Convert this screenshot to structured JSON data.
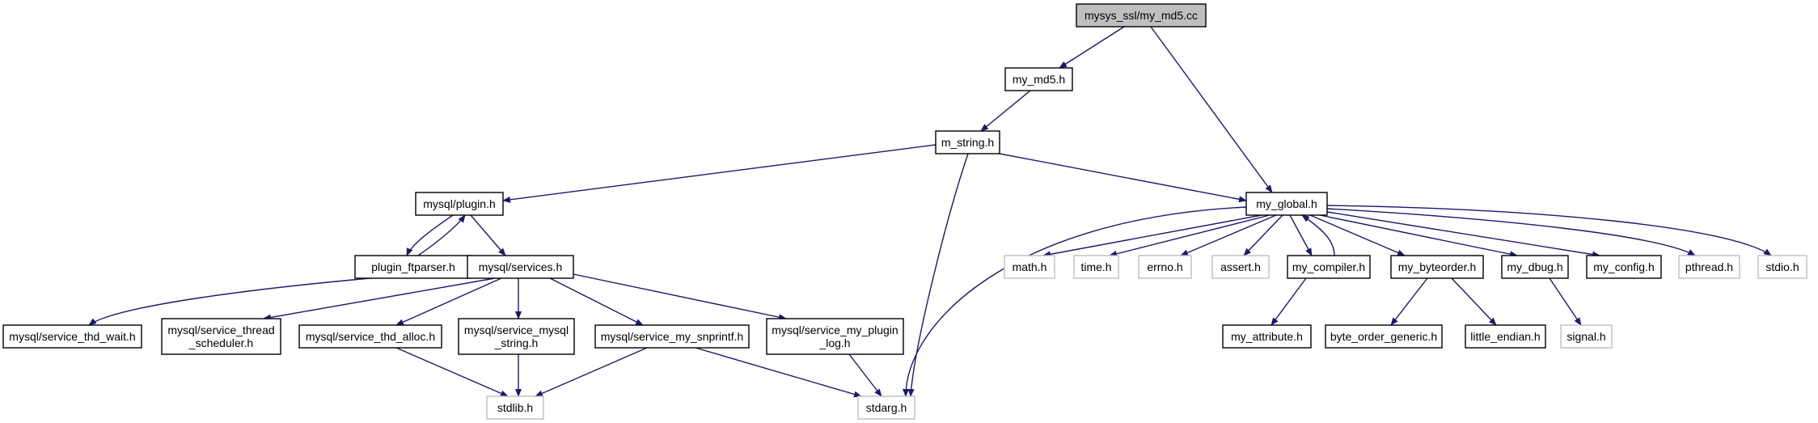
{
  "graph": {
    "nodes": [
      {
        "id": "md5cc",
        "kind": "focus",
        "lines": [
          "mysys_ssl/my_md5.cc"
        ]
      },
      {
        "id": "md5h",
        "kind": "local",
        "lines": [
          "my_md5.h"
        ]
      },
      {
        "id": "mstring",
        "kind": "local",
        "lines": [
          "m_string.h"
        ]
      },
      {
        "id": "plugin",
        "kind": "local",
        "lines": [
          "mysql/plugin.h"
        ]
      },
      {
        "id": "ftparser",
        "kind": "local",
        "lines": [
          "plugin_ftparser.h"
        ]
      },
      {
        "id": "services",
        "kind": "local",
        "lines": [
          "mysql/services.h"
        ]
      },
      {
        "id": "thdwait",
        "kind": "local",
        "lines": [
          "mysql/service_thd_wait.h"
        ]
      },
      {
        "id": "thread",
        "kind": "local",
        "lines": [
          "mysql/service_thread",
          "_scheduler.h"
        ]
      },
      {
        "id": "thdalloc",
        "kind": "local",
        "lines": [
          "mysql/service_thd_alloc.h"
        ]
      },
      {
        "id": "mysqlstring",
        "kind": "local",
        "lines": [
          "mysql/service_mysql",
          "_string.h"
        ]
      },
      {
        "id": "snprintf",
        "kind": "local",
        "lines": [
          "mysql/service_my_snprintf.h"
        ]
      },
      {
        "id": "pluginlog",
        "kind": "local",
        "lines": [
          "mysql/service_my_plugin",
          "_log.h"
        ]
      },
      {
        "id": "stdlib",
        "kind": "ext",
        "lines": [
          "stdlib.h"
        ]
      },
      {
        "id": "stdarg",
        "kind": "ext",
        "lines": [
          "stdarg.h"
        ]
      },
      {
        "id": "global",
        "kind": "local",
        "lines": [
          "my_global.h"
        ]
      },
      {
        "id": "math",
        "kind": "ext",
        "lines": [
          "math.h"
        ]
      },
      {
        "id": "time",
        "kind": "ext",
        "lines": [
          "time.h"
        ]
      },
      {
        "id": "errno",
        "kind": "ext",
        "lines": [
          "errno.h"
        ]
      },
      {
        "id": "assert",
        "kind": "ext",
        "lines": [
          "assert.h"
        ]
      },
      {
        "id": "compiler",
        "kind": "local",
        "lines": [
          "my_compiler.h"
        ]
      },
      {
        "id": "byteorder",
        "kind": "local",
        "lines": [
          "my_byteorder.h"
        ]
      },
      {
        "id": "dbug",
        "kind": "local",
        "lines": [
          "my_dbug.h"
        ]
      },
      {
        "id": "config",
        "kind": "local",
        "lines": [
          "my_config.h"
        ]
      },
      {
        "id": "pthread",
        "kind": "ext",
        "lines": [
          "pthread.h"
        ]
      },
      {
        "id": "stdio",
        "kind": "ext",
        "lines": [
          "stdio.h"
        ]
      },
      {
        "id": "attribute",
        "kind": "local",
        "lines": [
          "my_attribute.h"
        ]
      },
      {
        "id": "generic",
        "kind": "local",
        "lines": [
          "byte_order_generic.h"
        ]
      },
      {
        "id": "little",
        "kind": "local",
        "lines": [
          "little_endian.h"
        ]
      },
      {
        "id": "signal",
        "kind": "ext",
        "lines": [
          "signal.h"
        ]
      }
    ],
    "edges": [
      [
        "md5cc",
        "md5h"
      ],
      [
        "md5cc",
        "global"
      ],
      [
        "md5h",
        "mstring"
      ],
      [
        "mstring",
        "plugin"
      ],
      [
        "mstring",
        "global"
      ],
      [
        "mstring",
        "stdarg"
      ],
      [
        "plugin",
        "ftparser"
      ],
      [
        "ftparser",
        "plugin"
      ],
      [
        "plugin",
        "services"
      ],
      [
        "services",
        "thdwait"
      ],
      [
        "services",
        "thread"
      ],
      [
        "services",
        "thdalloc"
      ],
      [
        "services",
        "mysqlstring"
      ],
      [
        "services",
        "snprintf"
      ],
      [
        "services",
        "pluginlog"
      ],
      [
        "thdalloc",
        "stdlib"
      ],
      [
        "mysqlstring",
        "stdlib"
      ],
      [
        "snprintf",
        "stdlib"
      ],
      [
        "snprintf",
        "stdarg"
      ],
      [
        "pluginlog",
        "stdarg"
      ],
      [
        "global",
        "stdarg"
      ],
      [
        "global",
        "math"
      ],
      [
        "global",
        "time"
      ],
      [
        "global",
        "errno"
      ],
      [
        "global",
        "assert"
      ],
      [
        "global",
        "compiler"
      ],
      [
        "compiler",
        "global"
      ],
      [
        "global",
        "byteorder"
      ],
      [
        "global",
        "dbug"
      ],
      [
        "global",
        "config"
      ],
      [
        "global",
        "pthread"
      ],
      [
        "global",
        "stdio"
      ],
      [
        "compiler",
        "attribute"
      ],
      [
        "byteorder",
        "generic"
      ],
      [
        "byteorder",
        "little"
      ],
      [
        "dbug",
        "signal"
      ]
    ]
  },
  "colors": {
    "focus_fill": "#bfbfbf",
    "border": "#000000",
    "external_border": "#bfbfbf",
    "edge": "#191970"
  }
}
